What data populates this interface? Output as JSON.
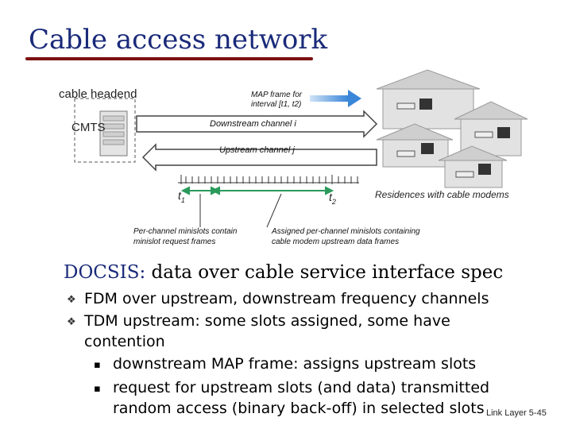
{
  "slide": {
    "title": "Cable access network",
    "headend_label": "cable headend",
    "cmts_label": "CMTS",
    "map_note": [
      "MAP frame for",
      "interval [t1, t2)"
    ],
    "downstream_label": "Downstream channel i",
    "upstream_label": "Upstream channel j",
    "t1": "t",
    "t1_sub": "1",
    "t2": "t",
    "t2_sub": "2",
    "residences_label": "Residences with cable modems",
    "left_note": [
      "Per-channel minislots contain",
      "minislot request frames"
    ],
    "right_note": [
      "Assigned per-channel minislots containing",
      "cable modem upstream data frames"
    ],
    "docsis_key": "DOCSIS:",
    "docsis_rest": " data over cable service interface spec",
    "bullets": [
      "FDM over upstream, downstream frequency channels",
      "TDM upstream: some slots assigned, some have",
      "contention"
    ],
    "sub_bullets": [
      "downstream MAP frame: assigns upstream slots",
      "request for upstream slots (and data) transmitted",
      "random access (binary back-off) in selected slots"
    ],
    "footer": "Link Layer 5-45"
  },
  "colors": {
    "title": "#1a2a7a",
    "underline": "#7b1010",
    "map_arrow": "#3a86d8",
    "slot_green": "#2a9a5a"
  }
}
